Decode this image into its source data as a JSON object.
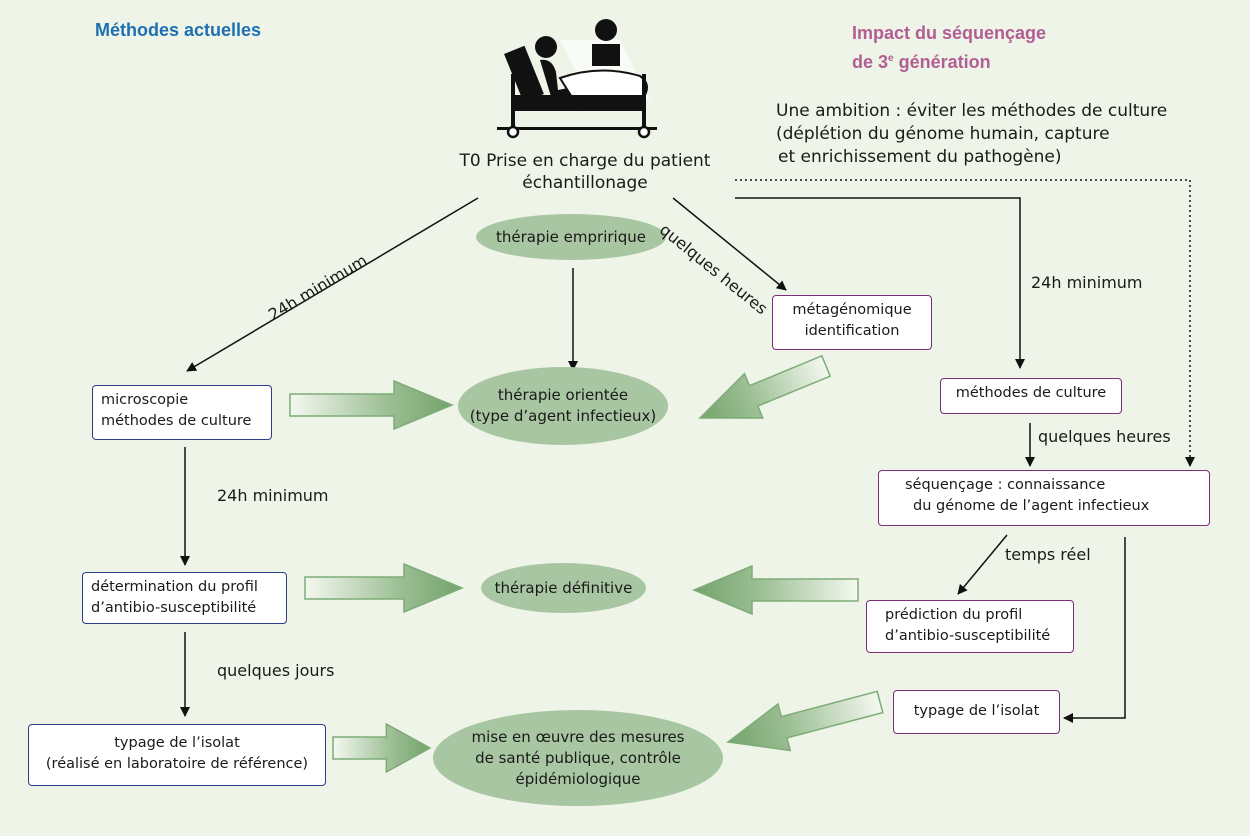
{
  "titles": {
    "left": "Méthodes actuelles",
    "right_line1": "Impact du séquençage",
    "right_line2_pre": "de 3",
    "right_line2_sup": "e",
    "right_line2_post": " génération"
  },
  "ambition": {
    "line1": "Une ambition : éviter les méthodes de culture",
    "line2": "(déplétion du génome humain, capture",
    "line3": "et enrichissement du pathogène)"
  },
  "start": {
    "line1": "T0 Prise en charge du patient",
    "line2": "échantillonage",
    "icon": "patient-in-bed-with-caregiver-icon"
  },
  "therapies": {
    "empirique": "thérapie empririque",
    "orientee_1": "thérapie orientée",
    "orientee_2": "(type d’agent infectieux)",
    "definitive": "thérapie définitive",
    "sante_1": "mise en œuvre des mesures",
    "sante_2": "de santé publique, contrôle",
    "sante_3": "épidémiologique"
  },
  "left_boxes": {
    "microscopie_1": "microscopie",
    "microscopie_2": "méthodes de culture",
    "profil_1": "détermination du profil",
    "profil_2": "d’antibio-susceptibilité",
    "typage_1": "typage de l’isolat",
    "typage_2": "(réalisé en laboratoire de référence)"
  },
  "right_boxes": {
    "meta_1": "métagénomique",
    "meta_2": "identification",
    "culture": "méthodes de culture",
    "seq_1": "séquençage : connaissance",
    "seq_2": "du génome de l’agent infectieux",
    "pred_1": "prédiction du profil",
    "pred_2": "d’antibio-susceptibilité",
    "typage": "typage de l’isolat"
  },
  "labels": {
    "l_24h_diag": "24h minimum",
    "l_24h_left": "24h minimum",
    "l_jours": "quelques jours",
    "r_heures_diag": "quelques heures",
    "r_24h": "24h minimum",
    "r_heures": "quelques heures",
    "r_temps_reel": "temps réel"
  },
  "colors": {
    "background": "#eef5e8",
    "left_title": "#1f6fb3",
    "right_title": "#b35e93",
    "left_box_border": "#2c3d8a",
    "right_box_border": "#7b2d7b",
    "ellipse": "#a9c6a2",
    "big_arrow": "#7fab78"
  }
}
